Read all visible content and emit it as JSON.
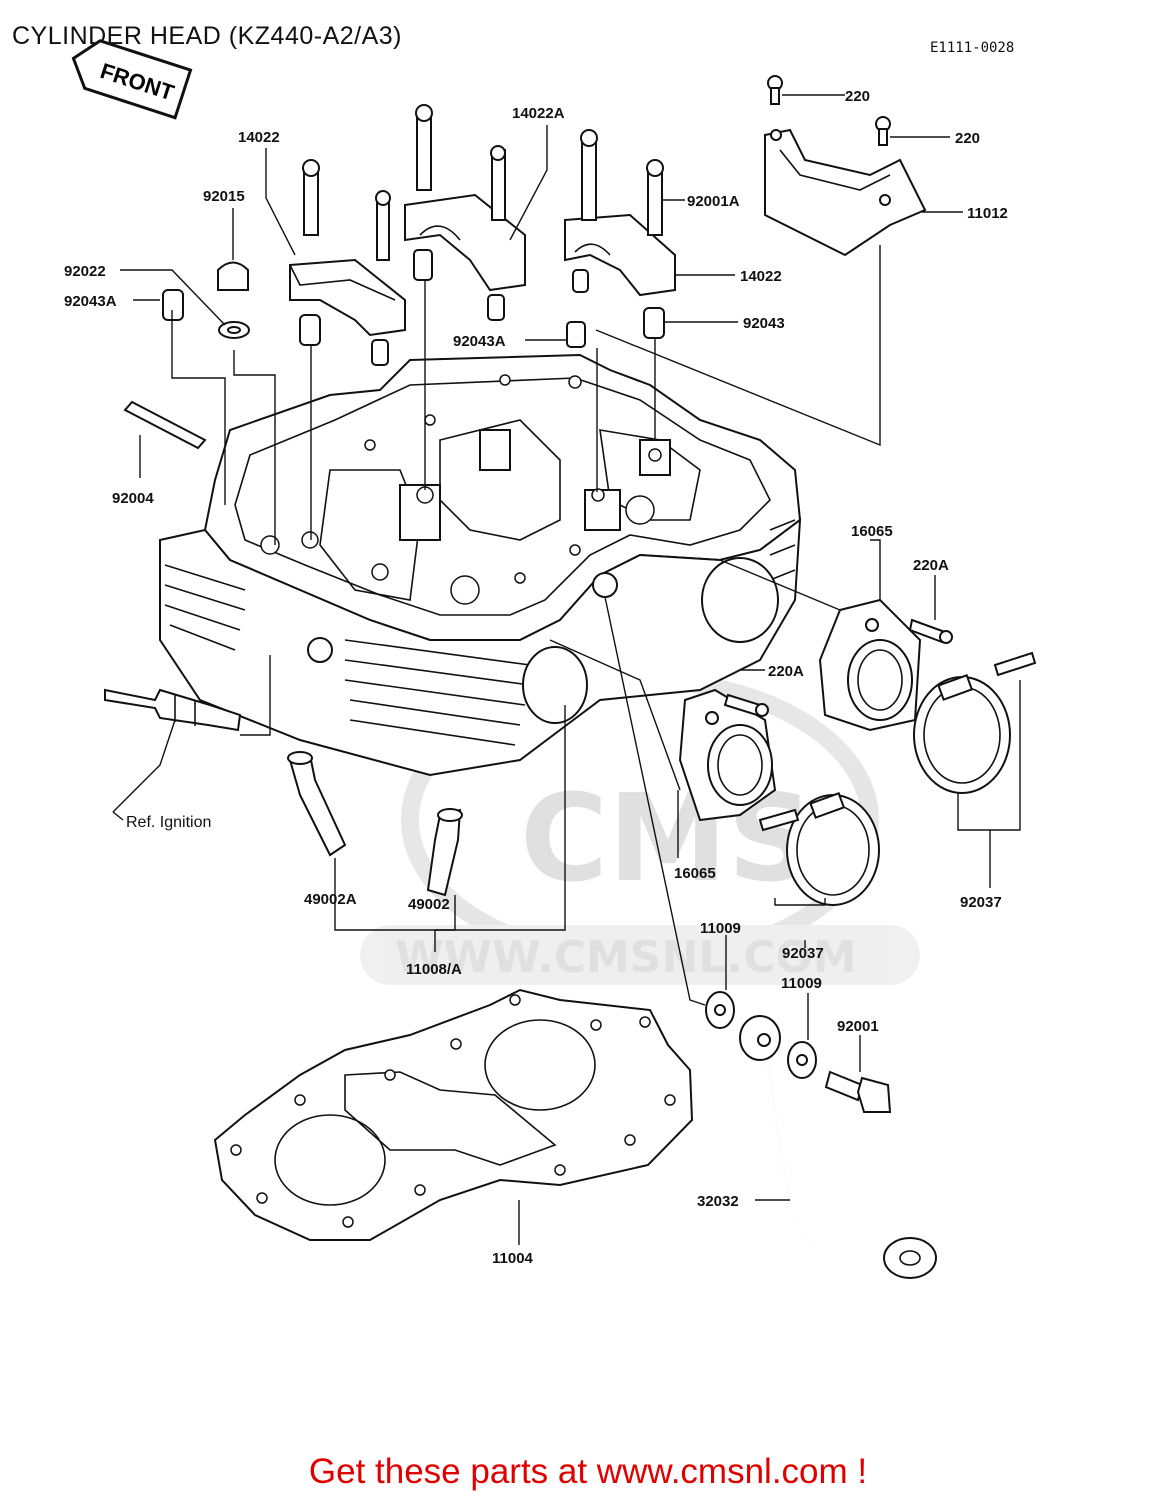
{
  "title": "CYLINDER HEAD (KZ440-A2/A3)",
  "diagram_code": "E1111-0028",
  "front_tag": "FRONT",
  "ref_label": "Ref. Ignition",
  "watermark": {
    "brand": "CMS",
    "url": "WWW.CMSNL.COM"
  },
  "footer": "Get these parts at www.cmsnl.com !",
  "callouts": [
    {
      "id": "220-top",
      "text": "220"
    },
    {
      "id": "220-mid",
      "text": "220"
    },
    {
      "id": "11012",
      "text": "11012"
    },
    {
      "id": "14022-left",
      "text": "14022"
    },
    {
      "id": "14022A",
      "text": "14022A"
    },
    {
      "id": "92015",
      "text": "92015"
    },
    {
      "id": "92001A",
      "text": "92001A"
    },
    {
      "id": "92022",
      "text": "92022"
    },
    {
      "id": "92043A-left",
      "text": "92043A"
    },
    {
      "id": "14022-right",
      "text": "14022"
    },
    {
      "id": "92043A-mid",
      "text": "92043A"
    },
    {
      "id": "92043",
      "text": "92043"
    },
    {
      "id": "92004",
      "text": "92004"
    },
    {
      "id": "16065-right",
      "text": "16065"
    },
    {
      "id": "220A-right",
      "text": "220A"
    },
    {
      "id": "220A-mid",
      "text": "220A"
    },
    {
      "id": "16065-mid",
      "text": "16065"
    },
    {
      "id": "92037-right",
      "text": "92037"
    },
    {
      "id": "49002A",
      "text": "49002A"
    },
    {
      "id": "49002",
      "text": "49002"
    },
    {
      "id": "11008A",
      "text": "11008/A"
    },
    {
      "id": "11009-top",
      "text": "11009"
    },
    {
      "id": "92037-mid",
      "text": "92037"
    },
    {
      "id": "11009-mid",
      "text": "11009"
    },
    {
      "id": "92001",
      "text": "92001"
    },
    {
      "id": "32032",
      "text": "32032"
    },
    {
      "id": "11004",
      "text": "11004"
    }
  ]
}
